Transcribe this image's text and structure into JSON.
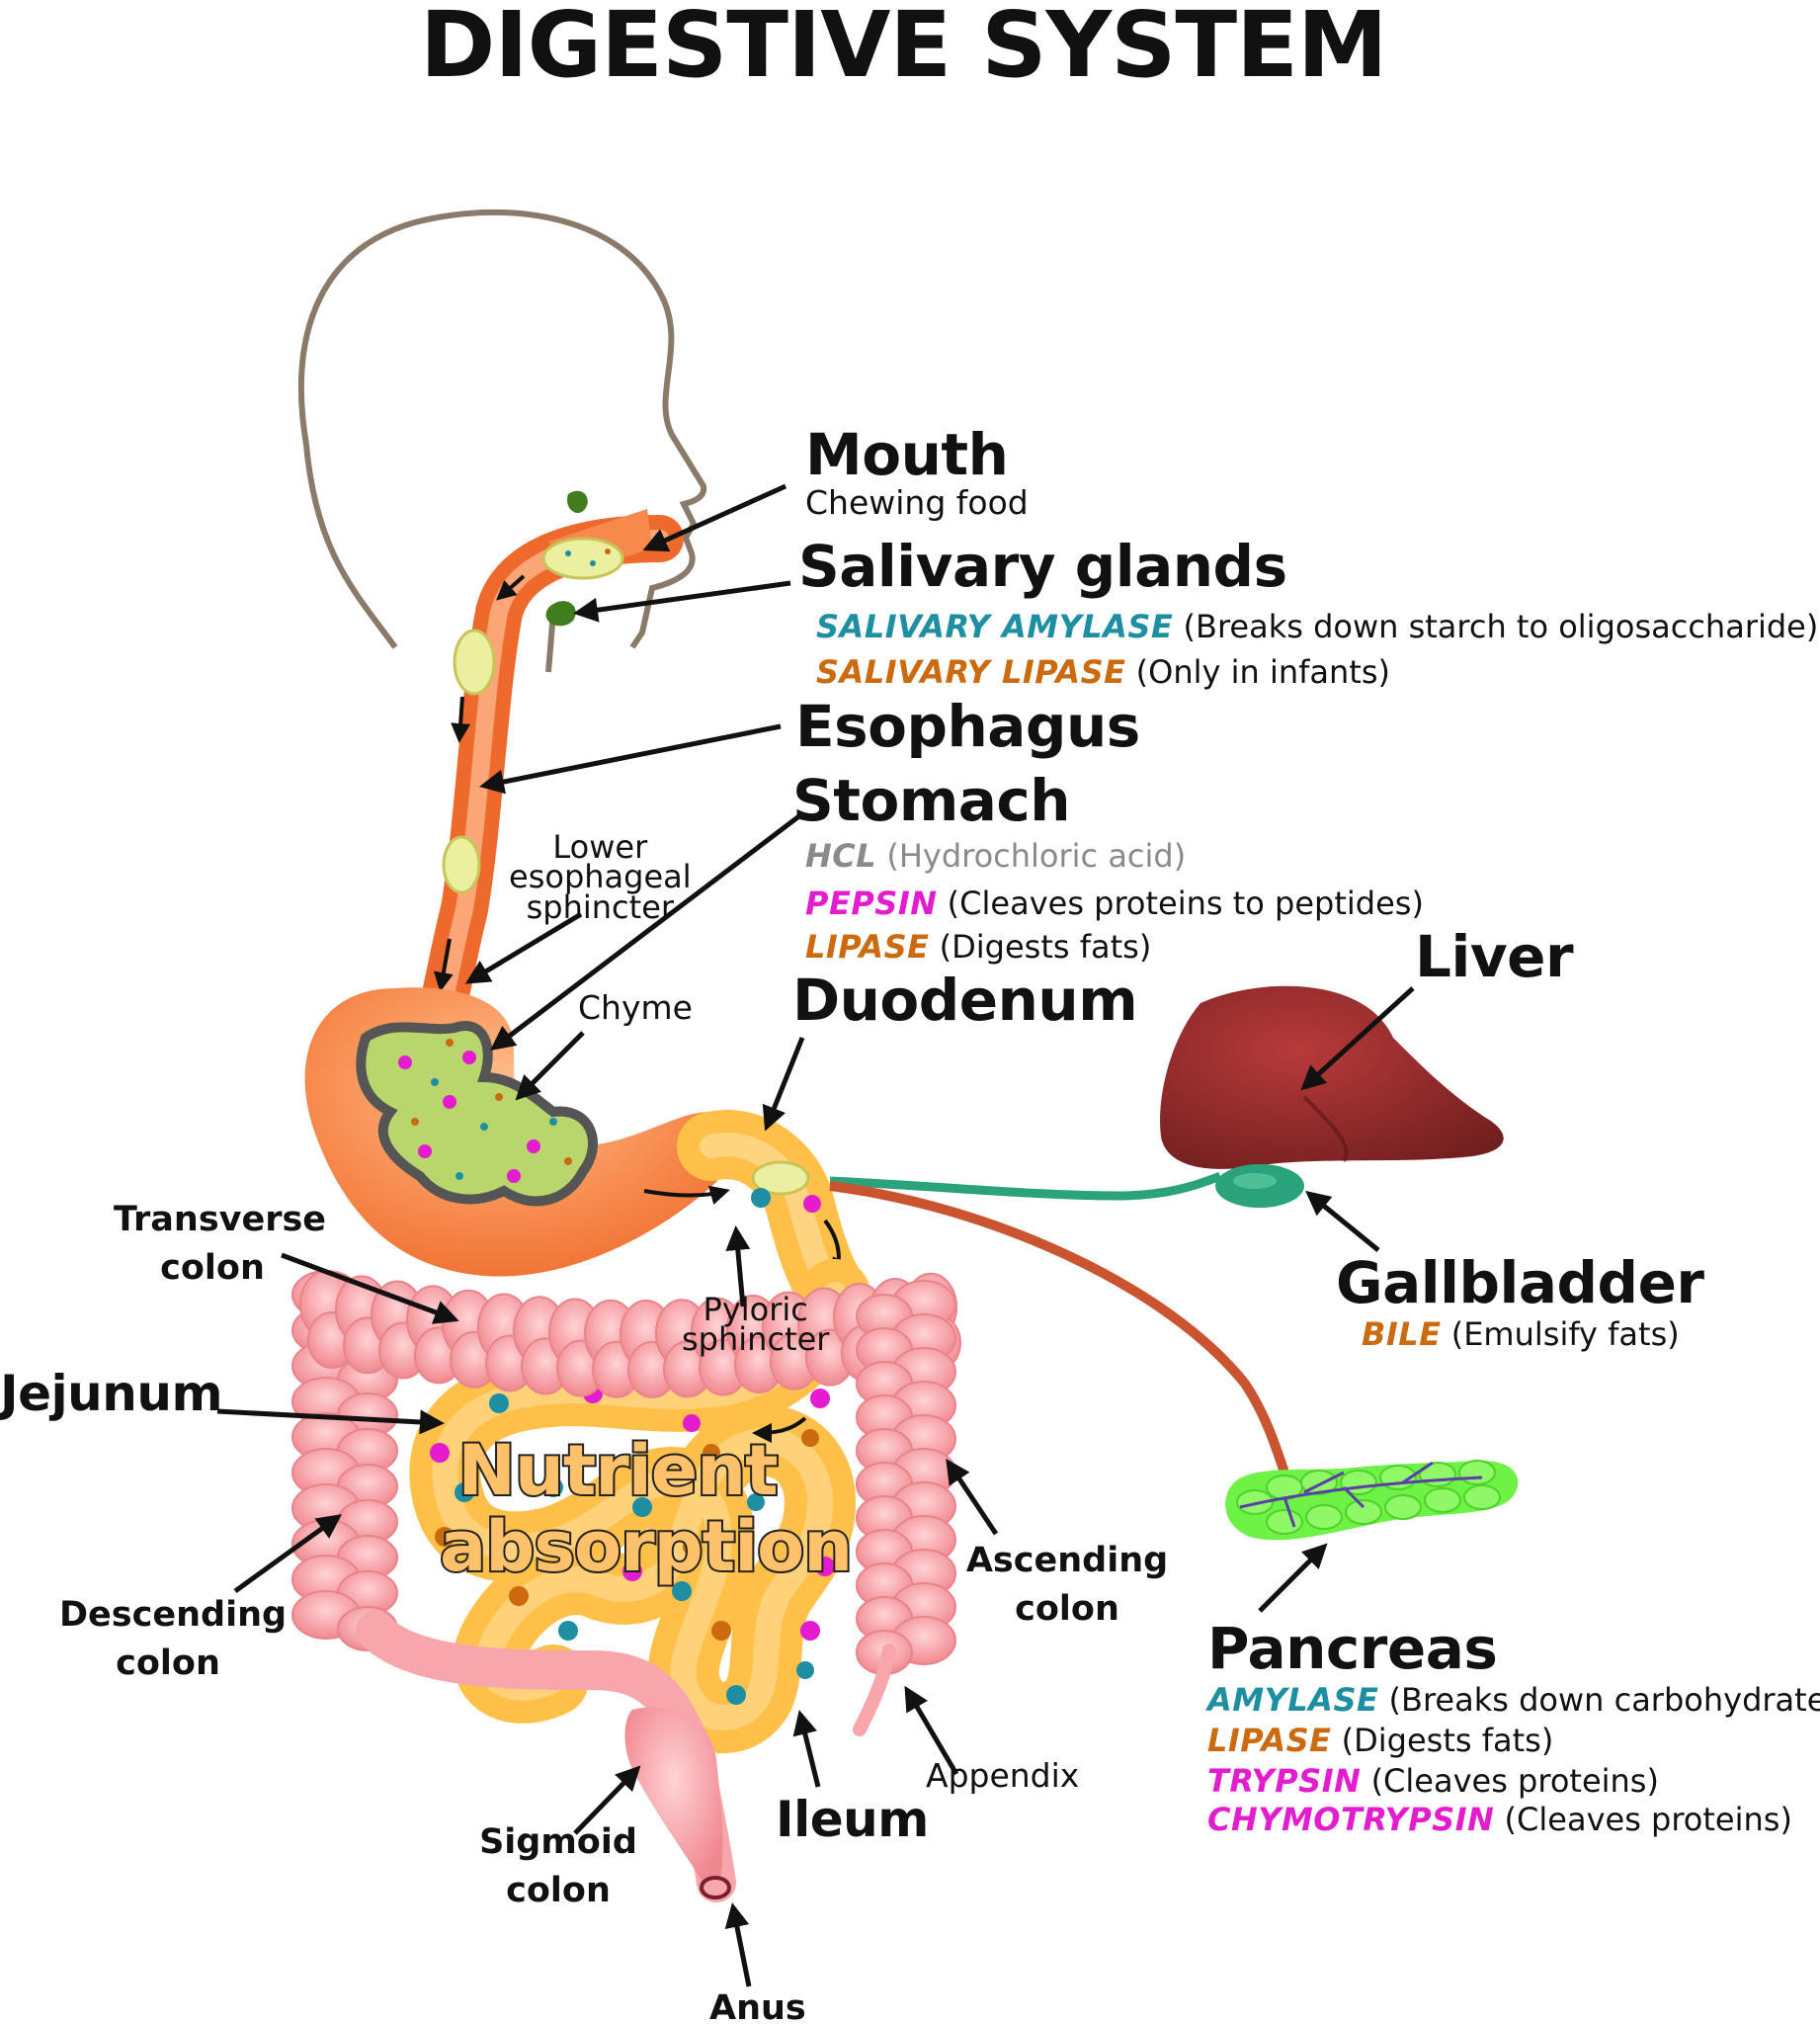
{
  "title": "DIGESTIVE SYSTEM",
  "colors": {
    "blue_enzyme": "#1e8fa3",
    "orange_enzyme": "#cc6a10",
    "magenta_enzyme": "#e31cd0",
    "gray_enzyme": "#8a8a8a",
    "tract": "#f5894f",
    "intestine_small": "#ffc049",
    "colon": "#f7a6ac",
    "liver": "#8e2a2a",
    "gallbladder": "#2aa37c",
    "pancreas": "#6ff246"
  },
  "labels": {
    "mouth": {
      "name": "Mouth",
      "desc": "Chewing food"
    },
    "salivary": {
      "name": "Salivary glands",
      "enzymes": [
        {
          "name": "SALIVARY AMYLASE",
          "desc": "(Breaks down starch to oligosaccharide)",
          "color": "blue"
        },
        {
          "name": "SALIVARY LIPASE",
          "desc": "(Only in infants)",
          "color": "orange"
        }
      ]
    },
    "esophagus": {
      "name": "Esophagus"
    },
    "stomach": {
      "name": "Stomach",
      "enzymes": [
        {
          "name": "HCL",
          "desc": "(Hydrochloric acid)",
          "color": "gray"
        },
        {
          "name": "PEPSIN",
          "desc": "(Cleaves proteins to peptides)",
          "color": "magenta"
        },
        {
          "name": "LIPASE",
          "desc": "(Digests fats)",
          "color": "orange"
        }
      ]
    },
    "les": [
      "Lower",
      "esophageal",
      "sphincter"
    ],
    "chyme": "Chyme",
    "duodenum": "Duodenum",
    "liver": "Liver",
    "gallbladder": {
      "name": "Gallbladder",
      "enzymes": [
        {
          "name": "BILE",
          "desc": "(Emulsify fats)",
          "color": "orange"
        }
      ]
    },
    "pancreas": {
      "name": "Pancreas",
      "enzymes": [
        {
          "name": "AMYLASE",
          "desc": "(Breaks down carbohydrates)",
          "color": "blue"
        },
        {
          "name": "LIPASE",
          "desc": "(Digests fats)",
          "color": "orange"
        },
        {
          "name": "TRYPSIN",
          "desc": "(Cleaves proteins)",
          "color": "magenta"
        },
        {
          "name": "CHYMOTRYPSIN",
          "desc": "(Cleaves proteins)",
          "color": "magenta"
        }
      ]
    },
    "transverse": [
      "Transverse",
      "colon"
    ],
    "pyloric": [
      "Pyloric",
      "sphincter"
    ],
    "jejunum": "Jejunum",
    "nutrient": [
      "Nutrient",
      "absorption"
    ],
    "ascending": [
      "Ascending",
      "colon"
    ],
    "descending": [
      "Descending",
      "colon"
    ],
    "appendix": "Appendix",
    "ileum": "Ileum",
    "sigmoid": [
      "Sigmoid",
      "colon"
    ],
    "anus": "Anus"
  }
}
